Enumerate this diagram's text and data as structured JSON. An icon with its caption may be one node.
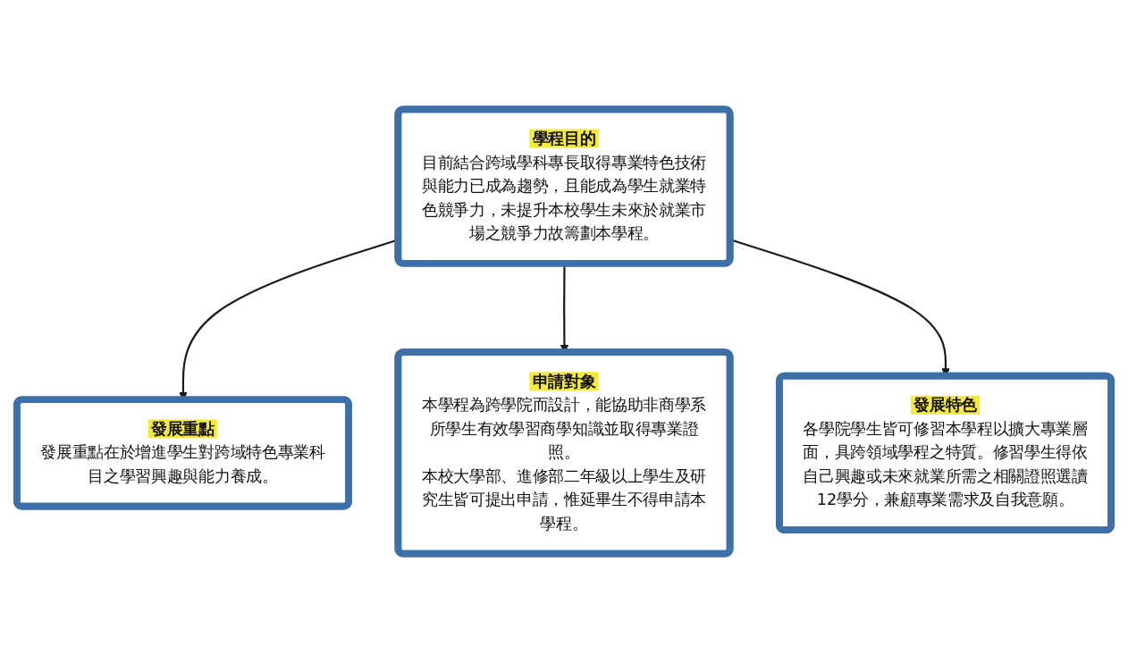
{
  "diagram": {
    "nodes": [
      {
        "text": [
          "學程目的",
          "目前結合跨域學科專長取得專業特色技術與能力已成為趨勢，且能成為學生就業特色競爭力，未提升本校學生未來於就業市場之競爭力故籌劃本學程。"
        ]
      },
      {
        "text": [
          "發展重點",
          "發展重點在於增進學生對跨域特色專業科目之學習興趣與能力養成。"
        ]
      },
      {
        "text": [
          "申請對象",
          "本學程為跨學院而設計，能協助非商學系所學生有效學習商學知識並取得專業證照。",
          "本校大學部、進修部二年級以上學生及研究生皆可提出申請，惟延畢生不得申請本學程。"
        ]
      },
      {
        "text": [
          "發展特色",
          "各學院學生皆可修習本學程以擴大專業層面，具跨領域學程之特質。修習學生得依自己興趣或未來就業所需之相關證照選讀12學分，兼顧專業需求及自我意願。"
        ]
      }
    ],
    "edges": [
      {
        "from": 0,
        "to": 1,
        "arrow": "to"
      },
      {
        "from": 0,
        "to": 2,
        "arrow": "to"
      },
      {
        "from": 0,
        "to": 3,
        "arrow": "to"
      }
    ]
  }
}
